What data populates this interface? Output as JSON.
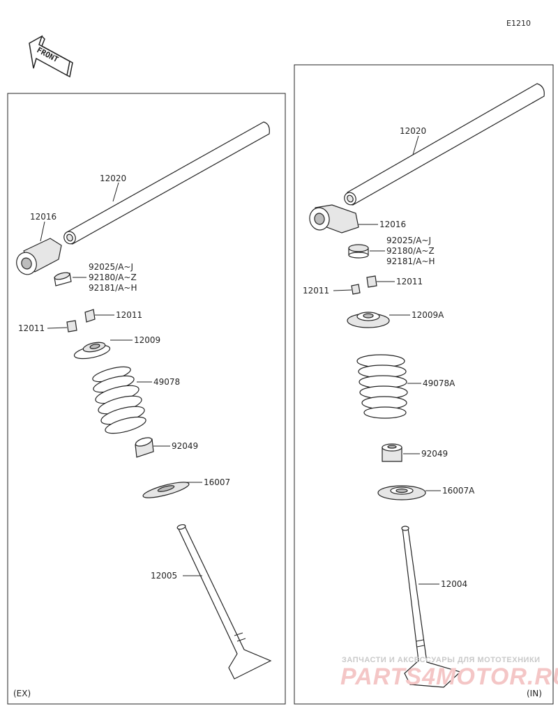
{
  "diagram_ref": "E1210",
  "front_label": "FRONT",
  "watermark": {
    "tagline": "ЗАПЧАСТИ И АКСЕССУАРЫ ДЛЯ МОТОТЕХНИКИ",
    "logo": "PARTS4MOTOR.RU"
  },
  "left_panel": {
    "tag": "(EX)",
    "labels": {
      "shaft": "12020",
      "rocker_arm": "12016",
      "shim_1": "92025/A~J",
      "shim_2": "92180/A~Z",
      "shim_3": "92181/A~H",
      "cotter_right": "12011",
      "cotter_left": "12011",
      "retainer": "12009",
      "spring": "49078",
      "seal": "92049",
      "spring_seat": "16007",
      "valve": "12005"
    }
  },
  "right_panel": {
    "tag": "(IN)",
    "labels": {
      "shaft": "12020",
      "rocker_arm": "12016",
      "shim_1": "92025/A~J",
      "shim_2": "92180/A~Z",
      "shim_3": "92181/A~H",
      "cotter_left": "12011",
      "cotter_right": "12011",
      "retainer": "12009A",
      "spring": "49078A",
      "seal": "92049",
      "spring_seat": "16007A",
      "valve": "12004"
    }
  }
}
